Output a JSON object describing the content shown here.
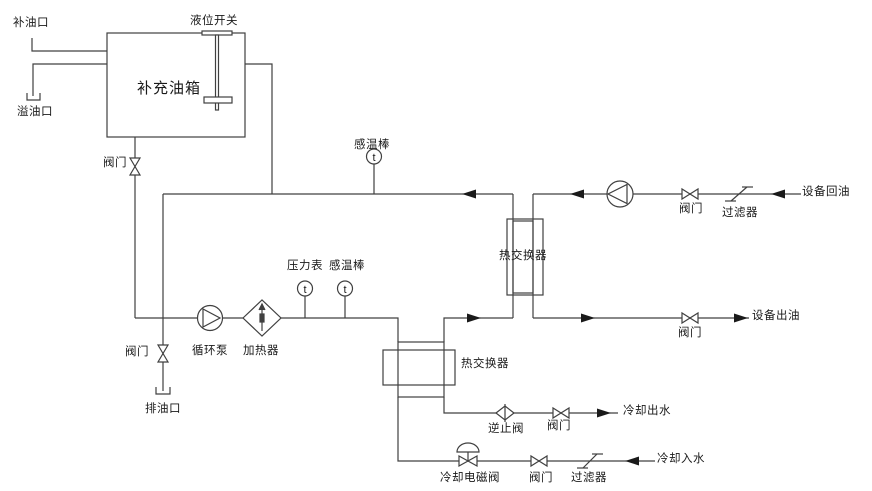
{
  "diagram": {
    "title_none": "",
    "colors": {
      "line": "#404040",
      "text": "#1a1a1a",
      "background": "#ffffff"
    },
    "tank": {
      "label": "补充油箱"
    },
    "labels": {
      "oil_fill_port": "补油口",
      "overflow_port": "溢油口",
      "level_switch": "液位开关",
      "tank_valve": "阀门",
      "temp_sensor_top": "感温棒",
      "equipment_return": "设备回油",
      "return_valve": "阀门",
      "return_filter": "过滤器",
      "hx_vertical": "热交换器",
      "pressure_gauge": "压力表",
      "temp_sensor_main": "感温棒",
      "circulation_pump": "循环泵",
      "heater": "加热器",
      "drain_valve": "阀门",
      "drain_port": "排油口",
      "equipment_out": "设备出油",
      "out_valve": "阀门",
      "hx_horizontal": "热交换器",
      "check_valve": "逆止阀",
      "cool_out_valve": "阀门",
      "cooling_out": "冷却出水",
      "cooling_solenoid_valve": "冷却电磁阀",
      "cool_in_valve": "阀门",
      "cool_in_filter": "过滤器",
      "cooling_in": "冷却入水"
    },
    "sensors": {
      "temp_glyph_top": "t",
      "pressure_glyph": "t",
      "temp_glyph_main": "t"
    }
  }
}
